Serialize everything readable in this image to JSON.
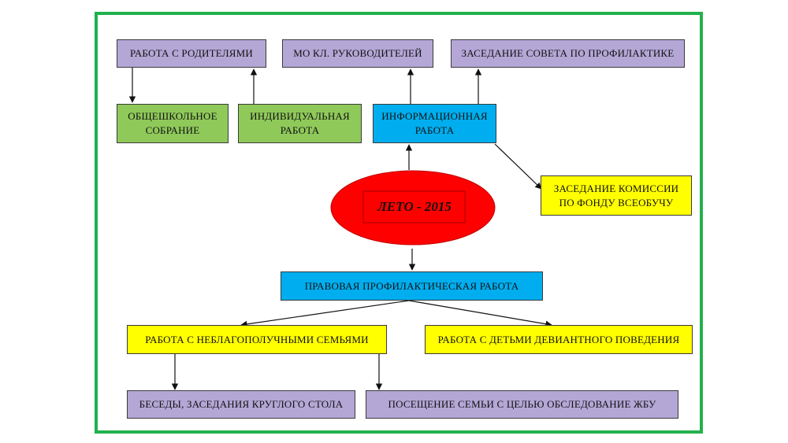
{
  "colors": {
    "frame": "#22b14c",
    "purple": "#b4a7d6",
    "green": "#8fc95a",
    "blue": "#00aeef",
    "yellow": "#ffff00",
    "center": "#ff0000"
  },
  "diagram": {
    "center": "ЛЕТО - 2015",
    "top_row": [
      "РАБОТА С РОДИТЕЛЯМИ",
      "МО КЛ. РУКОВОДИТЕЛЕЙ",
      "ЗАСЕДАНИЕ СОВЕТА ПО ПРОФИЛАКТИКЕ"
    ],
    "second_row": [
      "ОБЩЕШКОЛЬНОЕ СОБРАНИЕ",
      "ИНДИВИДУАЛЬНАЯ РАБОТА",
      "ИНФОРМАЦИОННАЯ РАБОТА"
    ],
    "commission": "ЗАСЕДАНИЕ КОМИССИИ ПО ФОНДУ ВСЕОБУЧУ",
    "legal": "ПРАВОВАЯ ПРОФИЛАКТИЧЕСКАЯ РАБОТА",
    "families": "РАБОТА С НЕБЛАГОПОЛУЧНЫМИ СЕМЬЯМИ",
    "deviant": "РАБОТА С ДЕТЬМИ ДЕВИАНТНОГО ПОВЕДЕНИЯ",
    "talks": "БЕСЕДЫ, ЗАСЕДАНИЯ КРУГЛОГО СТОЛА",
    "visits": "ПОСЕЩЕНИЕ СЕМЬИ С ЦЕЛЬЮ ОБСЛЕДОВАНИЕ ЖБУ"
  }
}
